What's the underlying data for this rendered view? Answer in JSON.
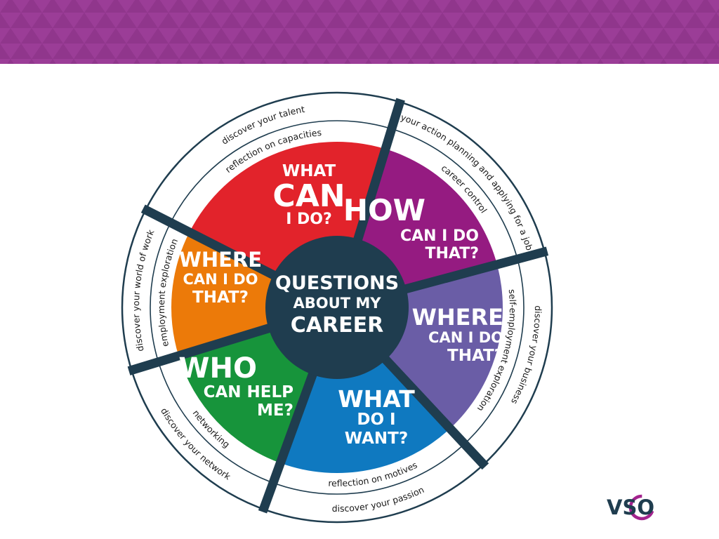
{
  "diagram": {
    "center": {
      "line1": "QUESTIONS",
      "line2": "ABOUT MY",
      "line3": "CAREER",
      "color": "#1f3d4f"
    },
    "segments": [
      {
        "id": "what-can",
        "lines": [
          "WHAT",
          "CAN",
          "I DO?"
        ],
        "color": "#e2232b",
        "inner_ring": "reflection on capacities",
        "outer_ring": "discover your talent"
      },
      {
        "id": "how-can",
        "lines": [
          "HOW",
          "CAN I DO",
          "THAT?"
        ],
        "color": "#951b81",
        "inner_ring": "career control",
        "outer_ring": "your action planning and applying for a job"
      },
      {
        "id": "where-right",
        "lines": [
          "WHERE",
          "CAN I DO",
          "THAT?"
        ],
        "color": "#6a5da6",
        "inner_ring": "self-employment exploration",
        "outer_ring": "discover your business"
      },
      {
        "id": "what-want",
        "lines": [
          "WHAT",
          "DO I",
          "WANT?"
        ],
        "color": "#0f79c0",
        "inner_ring": "reflection on motives",
        "outer_ring": "discover your passion"
      },
      {
        "id": "who-help",
        "lines": [
          "WHO",
          "CAN HELP",
          "ME?"
        ],
        "color": "#17943b",
        "inner_ring": "networking",
        "outer_ring": "discover your network"
      },
      {
        "id": "where-left",
        "lines": [
          "WHERE",
          "CAN I DO",
          "THAT?"
        ],
        "color": "#ec7a09",
        "inner_ring": "employment exploration",
        "outer_ring": "discover your world of work"
      }
    ],
    "divider_color": "#1f3d4f"
  },
  "banner": {
    "color": "#9b3d97",
    "color_dark": "#873283"
  },
  "logo": {
    "text": "VSO",
    "accent": "#a3238e",
    "text_color": "#1f3d4f"
  }
}
